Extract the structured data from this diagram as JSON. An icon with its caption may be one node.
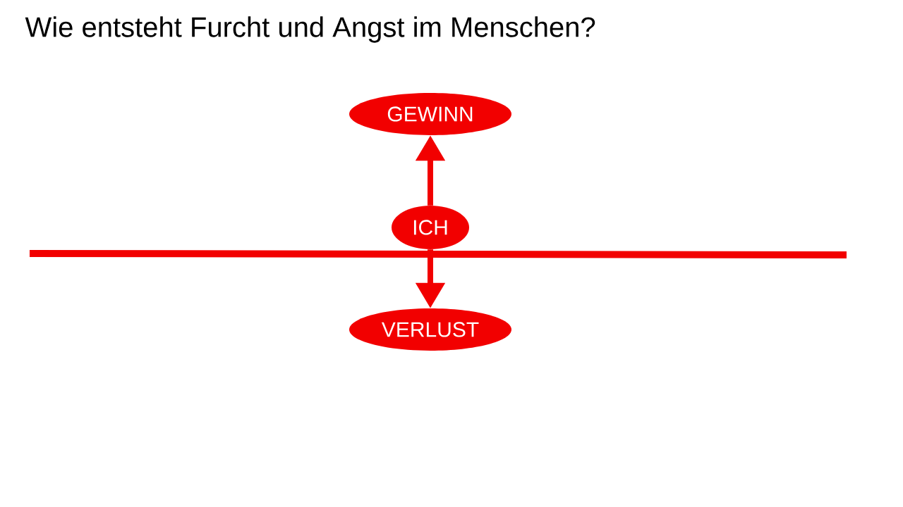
{
  "diagram": {
    "title": "Wie entsteht Furcht und Angst im Menschen?",
    "nodes": [
      {
        "text": [
          "GEWINN"
        ]
      },
      {
        "text": [
          "ICH"
        ]
      },
      {
        "text": [
          "VERLUST"
        ]
      }
    ],
    "edges": [
      {
        "from": 1,
        "to": 0,
        "arrow": "to"
      },
      {
        "from": 1,
        "to": 2,
        "arrow": "to"
      }
    ]
  }
}
